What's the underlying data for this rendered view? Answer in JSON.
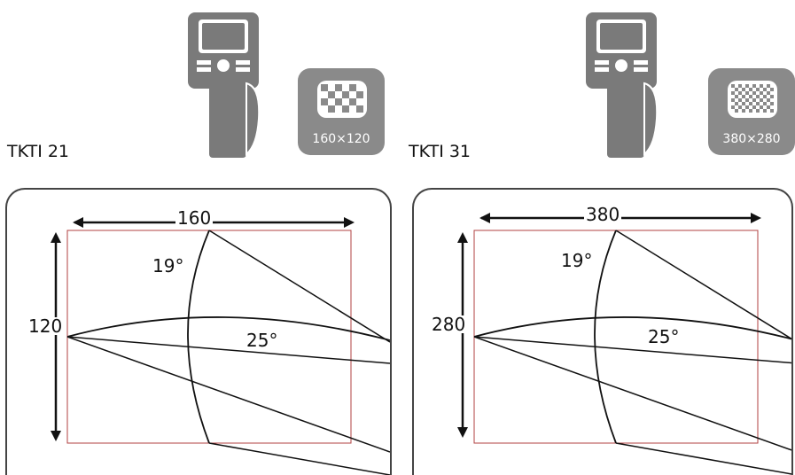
{
  "panels": [
    {
      "model": "TKTI 21",
      "resolution": "160×120",
      "width_label": "160",
      "height_label": "120",
      "vertical_fov": "19°",
      "horizontal_fov": "25°",
      "icons": {
        "device": "thermal-camera-icon",
        "badge": "checkerboard-resolution-icon"
      }
    },
    {
      "model": "TKTI 31",
      "resolution": "380×280",
      "width_label": "380",
      "height_label": "280",
      "vertical_fov": "19°",
      "horizontal_fov": "25°",
      "icons": {
        "device": "thermal-camera-icon",
        "badge": "checkerboard-resolution-icon"
      }
    }
  ],
  "colors": {
    "device": "#7a7a7a",
    "badge": "#8a8a8a",
    "frame_outline": "#b04040",
    "lines": "#111111"
  }
}
